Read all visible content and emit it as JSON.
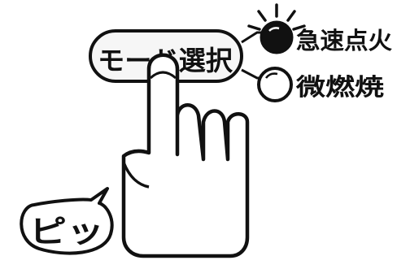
{
  "image": {
    "background": "#ffffff",
    "ink": "#111111"
  },
  "mode_button": {
    "label": "モード選択",
    "icon": "rounded-button"
  },
  "indicators": [
    {
      "label": "急速点火",
      "state": "lit",
      "icon": "lamp-lit-icon"
    },
    {
      "label": "微燃焼",
      "state": "off",
      "icon": "lamp-off-icon"
    }
  ],
  "sound_bubble": {
    "text": "ピッ",
    "icon": "speech-bubble"
  },
  "hand": {
    "icon": "pointing-hand-icon",
    "action": "press"
  }
}
